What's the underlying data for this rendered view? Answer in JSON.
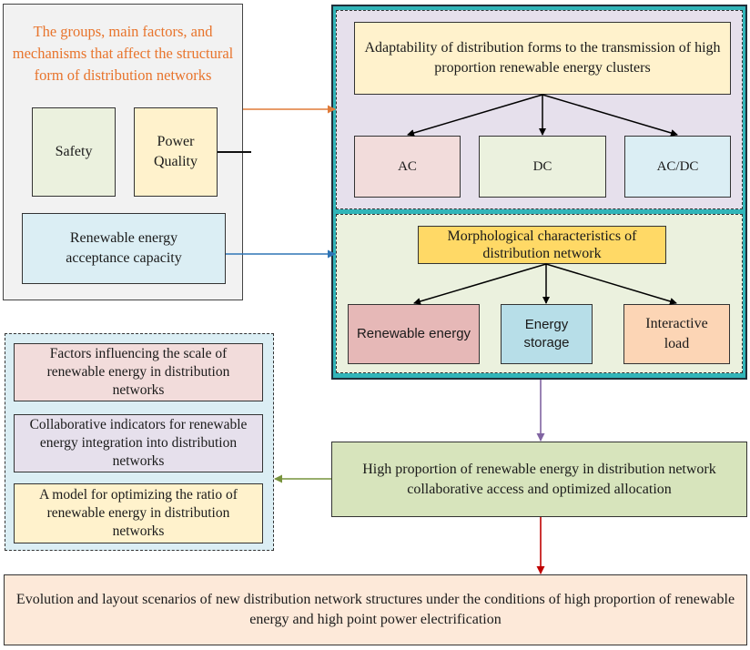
{
  "left_panel": {
    "title": "The groups, main factors, and mechanisms that affect the structural form of distribution networks",
    "safety": "Safety",
    "power_quality": "Power Quality",
    "renewable_capacity": "Renewable energy acceptance capacity"
  },
  "adaptability_panel": {
    "title": "Adaptability of distribution forms to the transmission of high proportion renewable energy clusters",
    "ac": "AC",
    "dc": "DC",
    "acdc": "AC/DC"
  },
  "morphology_panel": {
    "title": "Morphological characteristics of distribution network",
    "renewable": "Renewable energy",
    "storage": "Energy storage",
    "load": "Interactive load"
  },
  "factors_panel": {
    "scale": "Factors influencing the scale of renewable energy in distribution networks",
    "indicators": "Collaborative indicators for renewable energy integration into distribution networks",
    "model": "A model for optimizing the ratio of renewable energy in distribution networks"
  },
  "collaborative_access": "High proportion of renewable energy in distribution network collaborative access and optimized allocation",
  "evolution": "Evolution and layout scenarios of new distribution network structures under the conditions of high proportion of renewable energy and high point power electrification",
  "colors": {
    "orange_text": "#e8742c",
    "orange_arrow": "#e07b39",
    "blue_arrow": "#2e75b6",
    "purple_arrow": "#8064a2",
    "green_arrow": "#77933c",
    "red_arrow": "#c00000",
    "teal_border": "#17a2a8"
  }
}
